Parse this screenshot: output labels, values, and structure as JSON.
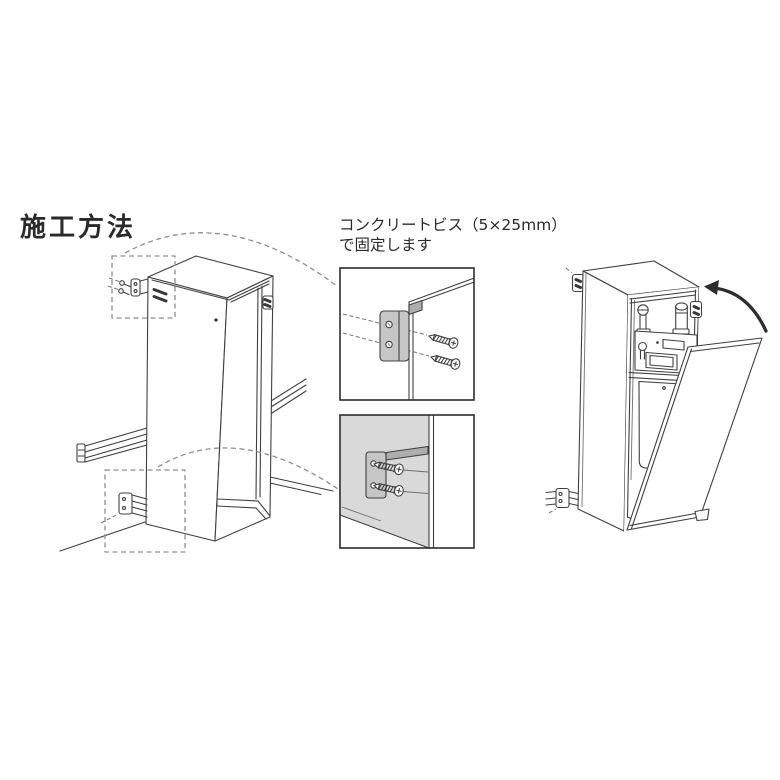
{
  "title": "施工方法",
  "note": {
    "line1": "コンクリートビス（5×25mm）",
    "line2": "で固定します"
  },
  "figures": {
    "left": "closed-cabinet-on-wall-rails",
    "top_detail": "upper-bracket-screw-fixing",
    "bottom_detail": "lower-bracket-screw-fixing",
    "right": "cabinet-door-open-gas-meter"
  },
  "colors": {
    "line": "#3f3f3f",
    "ink": "#2a2a2a",
    "dash": "#8f8f8f",
    "detail_bg": "#d9d9d9",
    "bracket": "#c6c6c6",
    "bracket_dark": "#aeaeae"
  }
}
